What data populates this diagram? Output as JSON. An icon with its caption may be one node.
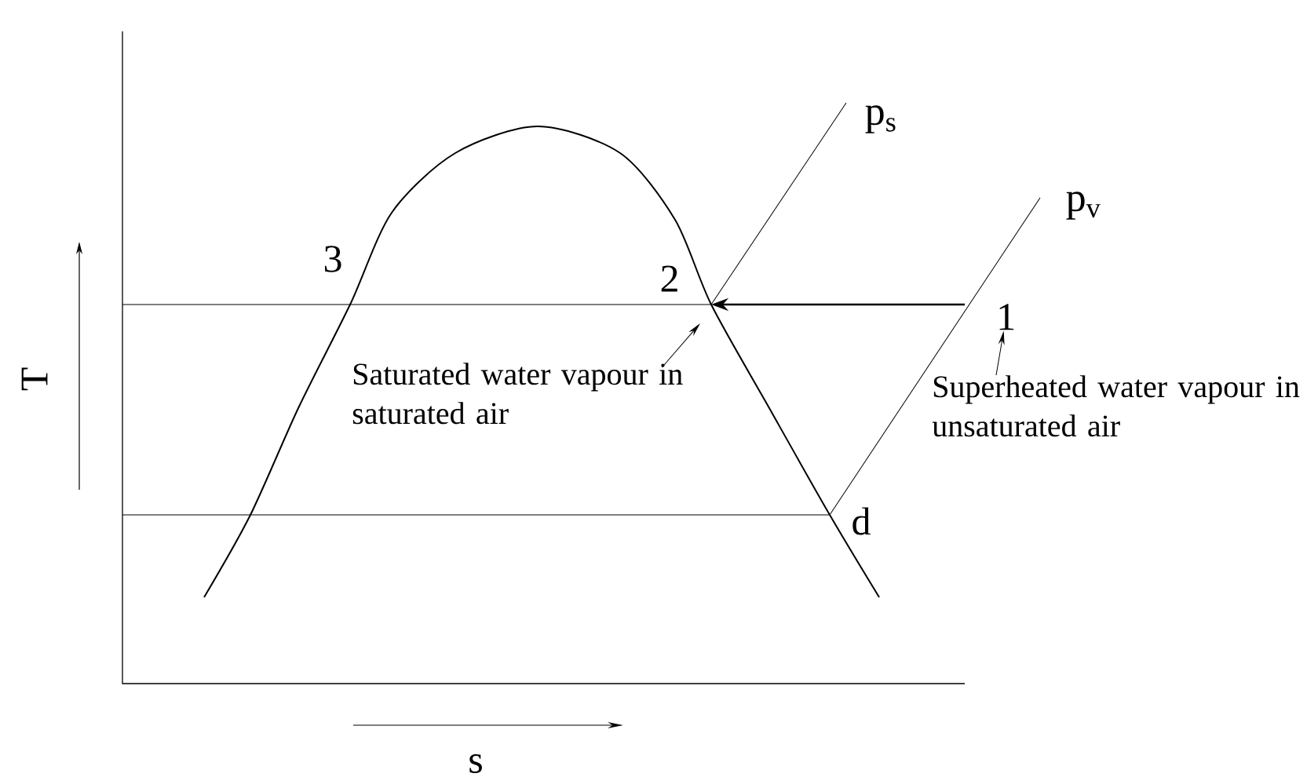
{
  "diagram": {
    "nodes": [
      {
        "text": [
          "Saturated water vapour in saturated air"
        ]
      },
      {
        "text": [
          "Superheated water vapour in unsaturated air"
        ]
      },
      {
        "text": [
          "1"
        ]
      }
    ],
    "edges": [
      {
        "from": 0,
        "to": null,
        "arrow": "to"
      },
      {
        "from": 1,
        "to": 2,
        "arrow": "to"
      }
    ],
    "labels": [
      "p$_{s}$",
      "p$_{v}$",
      "3",
      "2",
      "d",
      "T",
      "s"
    ]
  }
}
